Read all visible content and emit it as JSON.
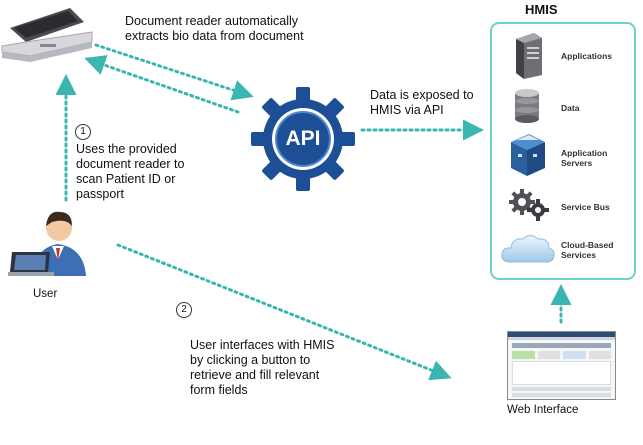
{
  "hmis": {
    "title": "HMIS",
    "services": [
      {
        "label": "Applications",
        "icon": "server-icon"
      },
      {
        "label": "Data",
        "icon": "database-icon"
      },
      {
        "label": "Application Servers",
        "icon": "application-server-icon"
      },
      {
        "label": "Service Bus",
        "icon": "gears-icon"
      },
      {
        "label": "Cloud-Based Services",
        "icon": "cloud-icon"
      }
    ]
  },
  "api": {
    "label": "API"
  },
  "annotations": {
    "reader": "Document reader automatically extracts bio data from document",
    "api_exposure": "Data is exposed to HMIS via API",
    "step1_number": "1",
    "step1_text": "Uses the provided document reader to scan Patient ID or passport",
    "step2_number": "2",
    "step2_text": "User interfaces with HMIS by clicking a button to retrieve and fill relevant form fields"
  },
  "labels": {
    "user": "User",
    "web_interface": "Web Interface"
  },
  "colors": {
    "arrow": "#3ab5b0",
    "api_gear": "#1c4f95",
    "hmis_border": "#6fd0c6"
  }
}
